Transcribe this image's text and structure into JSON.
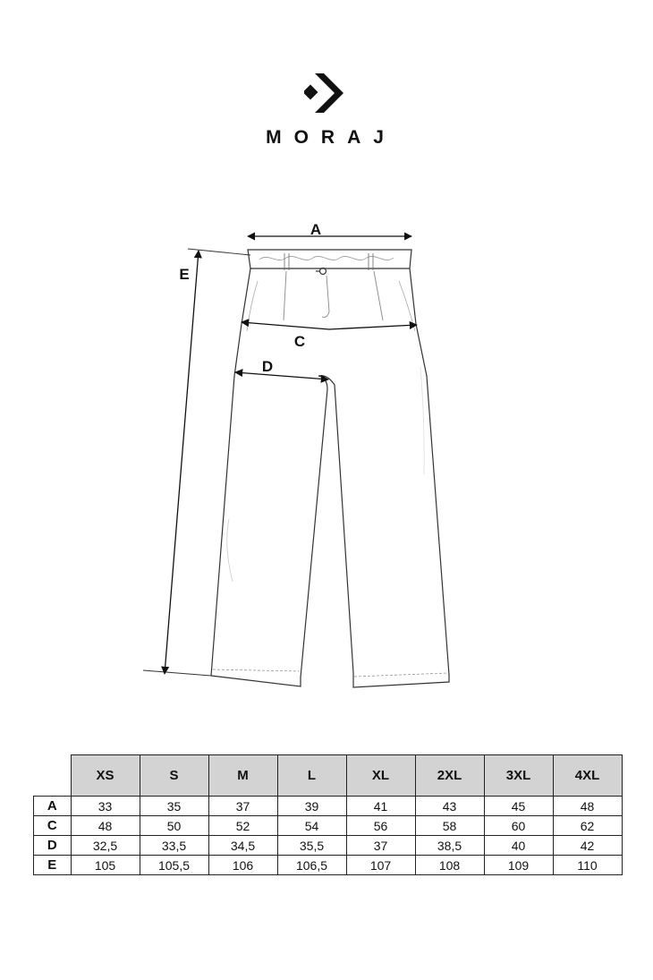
{
  "brand": {
    "name": "MORAJ",
    "logo_icon": "moraj-logo-icon"
  },
  "diagram": {
    "labels": {
      "a": "A",
      "c": "C",
      "d": "D",
      "e": "E"
    }
  },
  "table": {
    "sizes": [
      "XS",
      "S",
      "M",
      "L",
      "XL",
      "2XL",
      "3XL",
      "4XL"
    ],
    "rows": [
      {
        "label": "A",
        "values": [
          "33",
          "35",
          "37",
          "39",
          "41",
          "43",
          "45",
          "48"
        ]
      },
      {
        "label": "C",
        "values": [
          "48",
          "50",
          "52",
          "54",
          "56",
          "58",
          "60",
          "62"
        ]
      },
      {
        "label": "D",
        "values": [
          "32,5",
          "33,5",
          "34,5",
          "35,5",
          "37",
          "38,5",
          "40",
          "42"
        ]
      },
      {
        "label": "E",
        "values": [
          "105",
          "105,5",
          "106",
          "106,5",
          "107",
          "108",
          "109",
          "110"
        ]
      }
    ]
  }
}
